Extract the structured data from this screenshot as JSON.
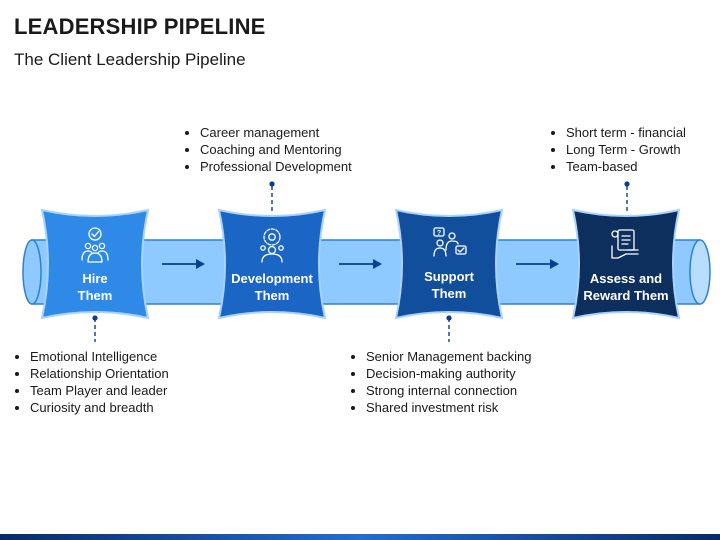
{
  "title": "LEADERSHIP PIPELINE",
  "subtitle": "The Client Leadership Pipeline",
  "colors": {
    "pipe_fill": "#8ec9ff",
    "pipe_stroke": "#2f7fd8",
    "stage1": "#2e8ae6",
    "stage2": "#1b66c5",
    "stage3": "#114f9c",
    "stage4": "#0d2f5e",
    "arrow": "#0b3d91"
  },
  "stages": [
    {
      "line1": "Hire",
      "line2": "Them",
      "icon": "team-check-icon",
      "bullets_position": "below",
      "bullets": [
        "Emotional Intelligence",
        "Relationship Orientation",
        "Team Player and leader",
        "Curiosity and breadth"
      ]
    },
    {
      "line1": "Development",
      "line2": "Them",
      "icon": "person-gear-icon",
      "bullets_position": "above",
      "bullets": [
        "Career management",
        "Coaching and Mentoring",
        "Professional Development"
      ]
    },
    {
      "line1": "Support",
      "line2": "Them",
      "icon": "discussion-icon",
      "bullets_position": "below",
      "bullets": [
        "Senior Management backing",
        "Decision-making authority",
        "Strong internal connection",
        "Shared investment risk"
      ]
    },
    {
      "line1": "Assess and",
      "line2": "Reward Them",
      "icon": "reward-checklist-icon",
      "bullets_position": "above",
      "bullets": [
        "Short term - financial",
        "Long Term - Growth",
        "Team-based"
      ]
    }
  ]
}
